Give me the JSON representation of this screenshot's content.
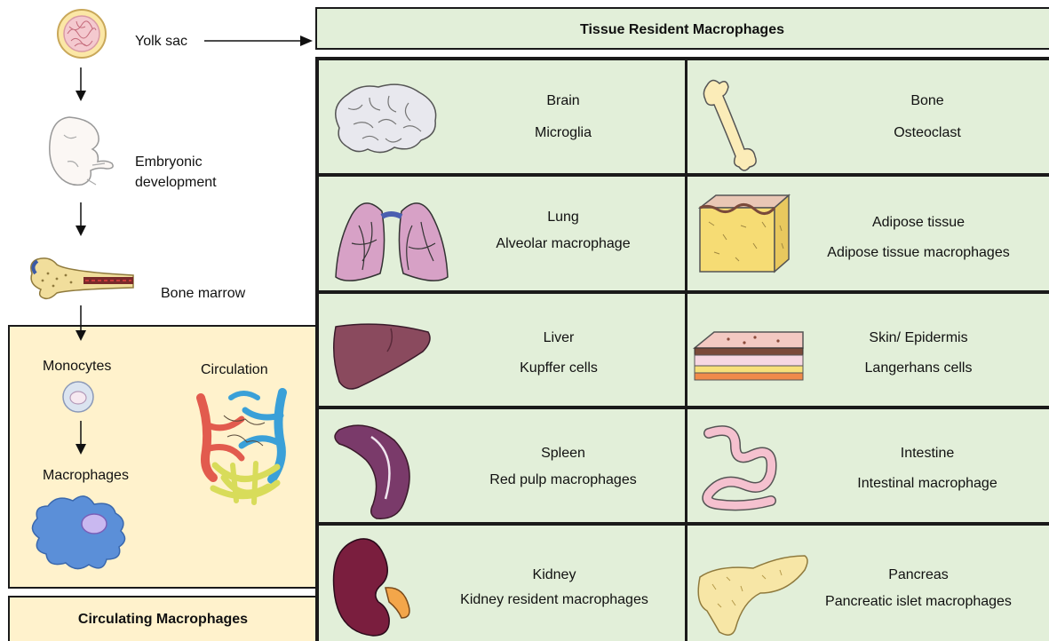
{
  "left_flow": {
    "yolk_sac": "Yolk sac",
    "embryonic": [
      "Embryonic",
      "development"
    ],
    "bone_marrow": "Bone marrow",
    "monocytes": "Monocytes",
    "circulation": "Circulation",
    "macrophages": "Macrophages",
    "circulating_title": "Circulating Macrophages"
  },
  "tissue_title": "Tissue Resident Macrophages",
  "tissues": [
    {
      "organ": "Brain",
      "cell": "Microglia"
    },
    {
      "organ": "Bone",
      "cell": "Osteoclast"
    },
    {
      "organ": "Lung",
      "cell": "Alveolar macrophage"
    },
    {
      "organ": "Adipose tissue",
      "cell": "Adipose tissue macrophages"
    },
    {
      "organ": "Liver",
      "cell": "Kupffer cells"
    },
    {
      "organ": "Skin/ Epidermis",
      "cell": "Langerhans cells"
    },
    {
      "organ": "Spleen",
      "cell": "Red pulp macrophages"
    },
    {
      "organ": "Intestine",
      "cell": "Intestinal macrophage"
    },
    {
      "organ": "Kidney",
      "cell": "Kidney resident macrophages"
    },
    {
      "organ": "Pancreas",
      "cell": "Pancreatic islet macrophages"
    }
  ],
  "colors": {
    "cell_bg": "#e2efd9",
    "circ_bg": "#fff2cc",
    "border": "#1a1a1a"
  },
  "icons": [
    "yolk-sac-icon",
    "embryo-icon",
    "bone-marrow-icon",
    "monocyte-icon",
    "macrophage-icon",
    "vessel-network-icon",
    "brain-icon",
    "bone-icon",
    "lung-icon",
    "adipose-icon",
    "liver-icon",
    "skin-icon",
    "spleen-icon",
    "intestine-icon",
    "kidney-icon",
    "pancreas-icon"
  ]
}
